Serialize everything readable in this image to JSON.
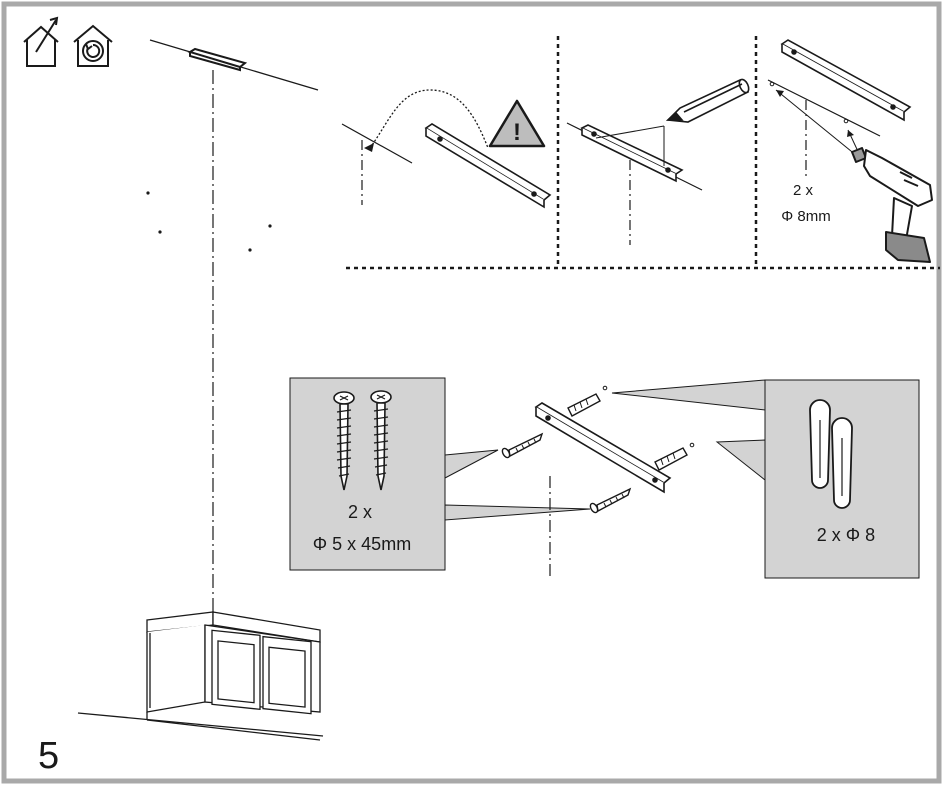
{
  "step": {
    "number": "5"
  },
  "icons": {
    "vented": "house-vented-out-icon",
    "recirculating": "house-recirculating-icon",
    "warning": "warning-triangle-icon",
    "warning_symbol": "!"
  },
  "panel_drill": {
    "count": "2 x",
    "diameter": "Φ 8mm"
  },
  "screws_box": {
    "count": "2 x",
    "spec": "Φ 5 x 45mm"
  },
  "plugs_box": {
    "spec": "2 x  Φ 8"
  },
  "colors": {
    "frame": "#a9a9a9",
    "callout_bg": "#d3d3d3",
    "line": "#1a1a1a"
  }
}
